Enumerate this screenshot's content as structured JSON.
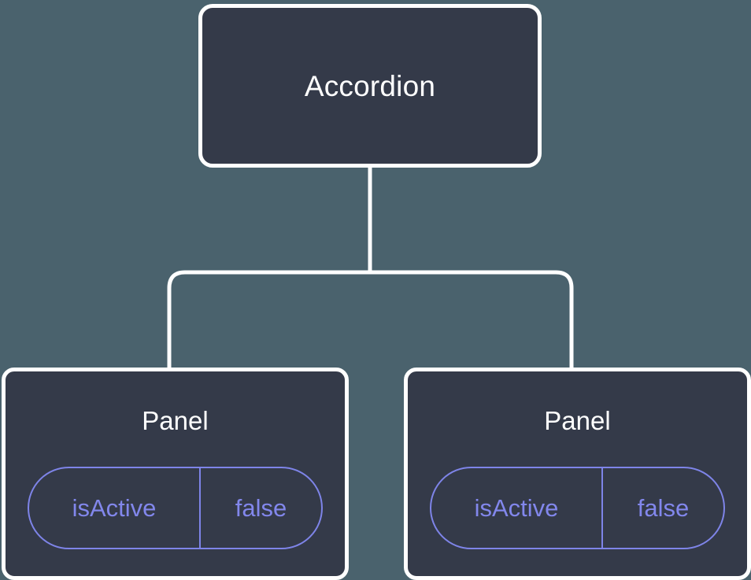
{
  "canvas": {
    "background_color": "#4a626d",
    "node_fill_color": "#343a49",
    "node_border_color": "#ffffff",
    "connector_color": "#ffffff",
    "accent_color": "#7e84e8"
  },
  "tree": {
    "root": {
      "label": "Accordion"
    },
    "children": [
      {
        "label": "Panel",
        "props": [
          {
            "key": "isActive",
            "value": "false"
          }
        ]
      },
      {
        "label": "Panel",
        "props": [
          {
            "key": "isActive",
            "value": "false"
          }
        ]
      }
    ]
  }
}
